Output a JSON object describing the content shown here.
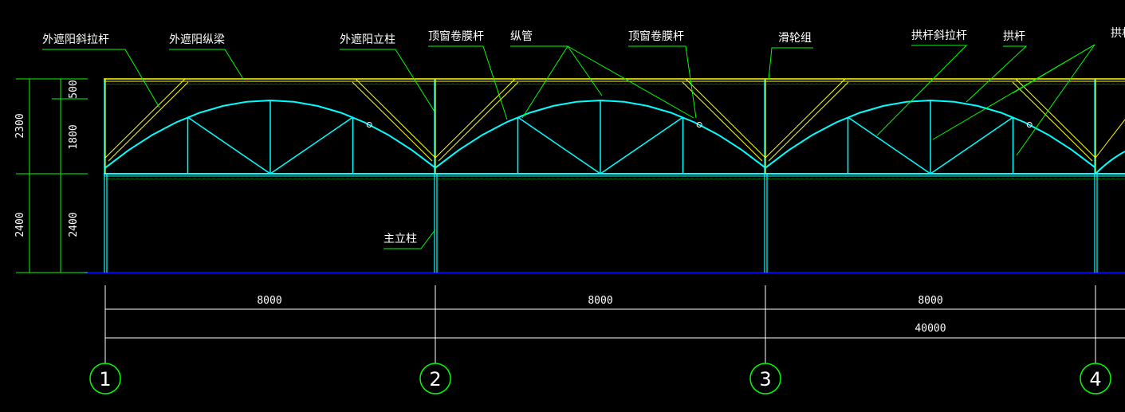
{
  "drawing": {
    "labels": {
      "outer_shade_diag_rod": "外遮阳斜拉杆",
      "outer_shade_long_beam": "外遮阳纵梁",
      "outer_shade_post": "外遮阳立柱",
      "roof_window_film_rod": "顶窗卷膜杆",
      "longitudinal_pipe": "纵管",
      "pulley_group": "滑轮组",
      "arch_diag_rod": "拱杆斜拉杆",
      "arch_rod": "拱杆",
      "arch_clipped": "拱杆",
      "main_post": "主立柱"
    },
    "left_dims": {
      "total_upper": "2300",
      "top_offset": "500",
      "truss_height": "1800",
      "lower_a": "2400",
      "lower_b": "2400"
    },
    "bottom_dims": {
      "spans": [
        "8000",
        "8000",
        "8000"
      ],
      "total": "40000"
    },
    "axes": [
      "1",
      "2",
      "3",
      "4"
    ],
    "colors": {
      "background": "#000000",
      "truss": "#00ffff",
      "shade": "#ffff00",
      "leader": "#00ff00",
      "ground": "#0000ff",
      "text": "#ffffff"
    }
  }
}
